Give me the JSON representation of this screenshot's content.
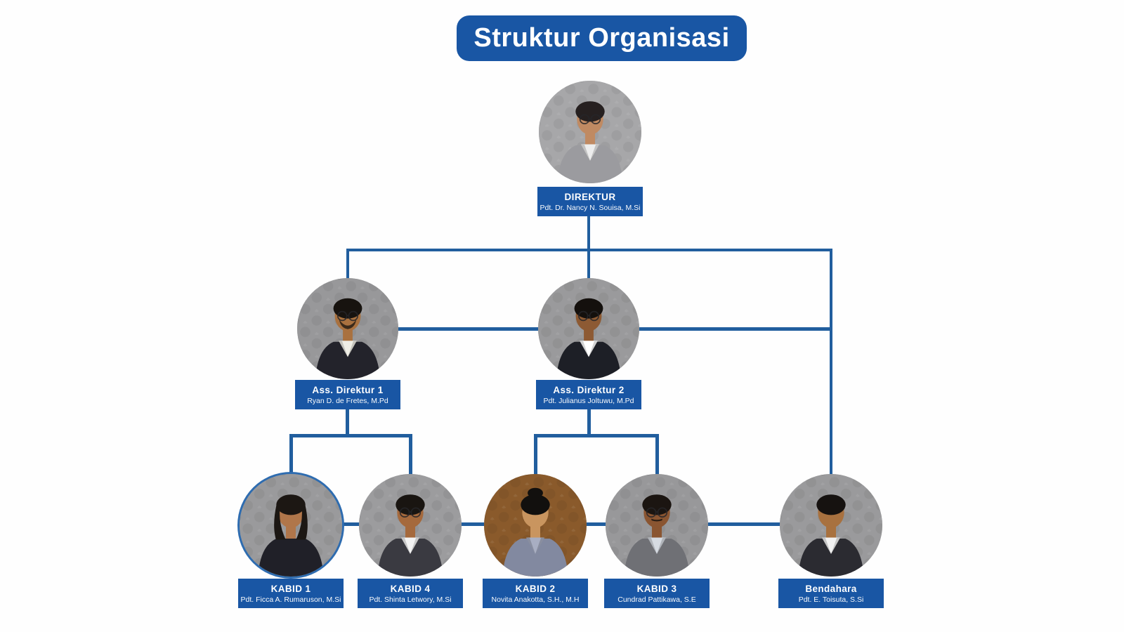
{
  "title": "Struktur Organisasi",
  "theme": {
    "box_color": "#1956a4",
    "line_color": "#215e9e",
    "background_color": "#fefefe",
    "text_color": "#ffffff"
  },
  "people": [
    {
      "id": "direktur",
      "role": "DIREKTUR",
      "name": "Pdt. Dr. Nancy N. Souisa, M.Si",
      "avatar": {
        "bg": "#a7a7a9",
        "suit": "#9b9b9f",
        "shirt": "#ededed",
        "skin": "#c08a62",
        "hair": "#262020",
        "glasses": true,
        "hairstyle": "tied"
      }
    },
    {
      "id": "ass-direktur-1",
      "role": "Ass. Direktur 1",
      "name": "Ryan D. de Fretes, M.Pd",
      "avatar": {
        "bg": "#98989a",
        "suit": "#23232b",
        "shirt": "#efeee6",
        "skin": "#a9713f",
        "hair": "#17130f",
        "glasses": true,
        "beard": true,
        "hairstyle": "short"
      }
    },
    {
      "id": "ass-direktur-2",
      "role": "Ass. Direktur 2",
      "name": "Pdt. Julianus Joltuwu, M.Pd",
      "avatar": {
        "bg": "#9a9a9c",
        "suit": "#1d1f26",
        "shirt": "#ffffff",
        "skin": "#8d5a33",
        "hair": "#14100d",
        "glasses": true,
        "hairstyle": "short"
      }
    },
    {
      "id": "kabid-1",
      "role": "KABID 1",
      "name": "Pdt. Ficca A. Rumaruson, M.Si",
      "highlight_ring": true,
      "avatar": {
        "bg": "#9a9a9c",
        "suit": "#202028",
        "skin": "#b0764a",
        "hair": "#1c1713",
        "hairstyle": "long"
      }
    },
    {
      "id": "kabid-4",
      "role": "KABID 4",
      "name": "Pdt. Shinta Letwory, M.Si",
      "avatar": {
        "bg": "#9c9c9e",
        "suit": "#3a3a41",
        "shirt": "#f3f3f3",
        "skin": "#a5693c",
        "hair": "#191511",
        "glasses": true,
        "hairstyle": "tied"
      }
    },
    {
      "id": "kabid-2",
      "role": "KABID 2",
      "name": "Novita Anakotta, S.H., M.H",
      "avatar": {
        "bg": "#8a5a2b",
        "suit": "#8289a0",
        "shirt": "#a8aec2",
        "skin": "#c9955f",
        "hair": "#12100e",
        "hairstyle": "updo"
      }
    },
    {
      "id": "kabid-3",
      "role": "KABID 3",
      "name": "Cundrad Pattikawa, S.E",
      "avatar": {
        "bg": "#98989a",
        "suit": "#6f7075",
        "shirt": "#d6dbe2",
        "skin": "#8a5531",
        "hair": "#1b1511",
        "glasses": true,
        "mustache": true,
        "hairstyle": "short"
      }
    },
    {
      "id": "bendahara",
      "role": "Bendahara",
      "name": "Pdt. E. Toisuta, S.Si",
      "avatar": {
        "bg": "#9a9a9c",
        "suit": "#2b2b31",
        "shirt": "#f1f1f1",
        "skin": "#a8713f",
        "hair": "#161210",
        "hairstyle": "tied"
      }
    }
  ]
}
